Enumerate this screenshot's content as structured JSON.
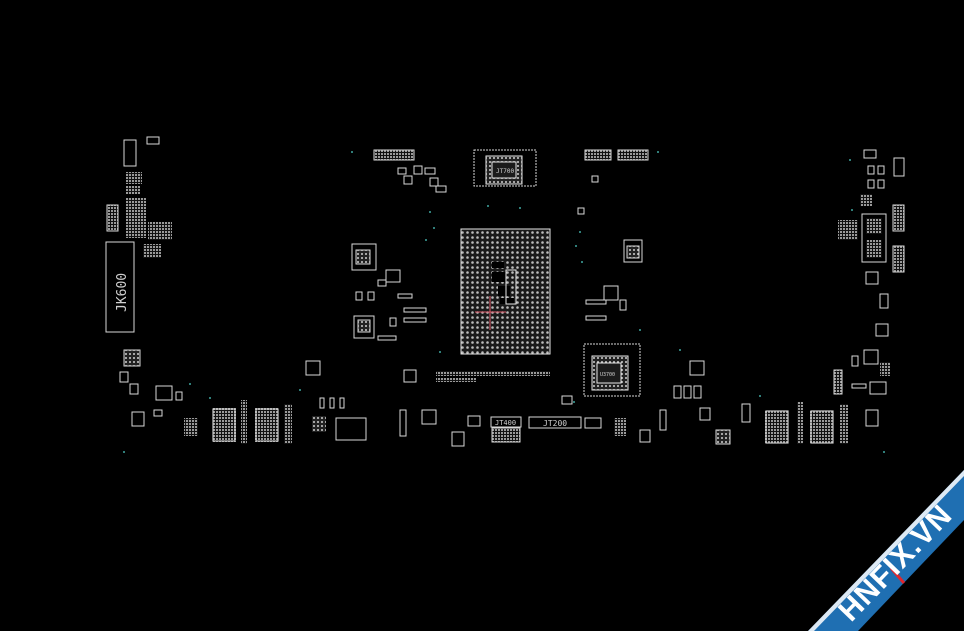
{
  "components": {
    "jk600": "JK600",
    "jt700": "JT700",
    "jt400": "JT400",
    "jt200": "JT200",
    "lower_chip": "U3700"
  },
  "watermark": {
    "text": "HNFIX.VN",
    "ribbon_color": "#1f6fb2",
    "accent_color": "#e0262d"
  },
  "colors": {
    "background": "#000000",
    "outline": "#d8d8d8",
    "via": "#3fa7a0"
  }
}
